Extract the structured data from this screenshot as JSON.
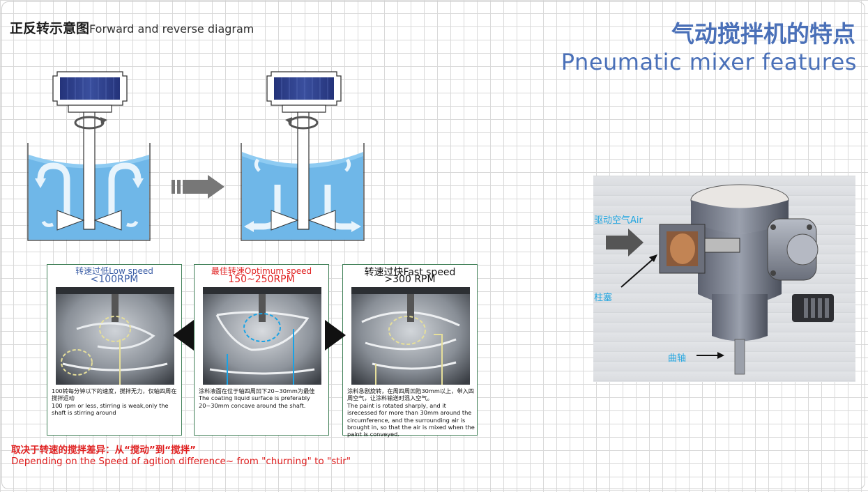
{
  "header": {
    "diagram_title_zh": "正反转示意图",
    "diagram_title_en": "Forward and reverse diagram",
    "features_title_zh": "气动搅拌机的特点",
    "features_title_en": "Pneumatic mixer features"
  },
  "speed_panels": [
    {
      "title_line1": "转速过低Low speed",
      "title_line2": "<100RPM",
      "caption_zh": "100转每分钟以下的速度，搅拌无力，仅轴四周在搅拌运动",
      "caption_en": "100 rpm or less, stirring is weak,only the shaft is stirring around"
    },
    {
      "title_line1": "最佳转速Optimum speed",
      "title_line2": "150~250RPM",
      "caption_zh": "涂料液面在位于轴四周凹下20~30mm为最佳",
      "caption_en": "The coating liquid surface is preferably 20~30mm concave around the shaft."
    },
    {
      "title_line1": "转速过快Fast speed",
      "title_line2": ">300 RPM",
      "caption_zh": "涂料急剧旋转，在周四周凹陷30mm以上，带入四周空气，让涂料输送时混入空气。",
      "caption_en": "The paint is rotated sharply, and it isrecessed for more than 30mm around the circumference, and the surrounding air is brought in, so that the air is mixed when the paint is conveyed."
    }
  ],
  "speed_difference": {
    "zh": "取决于转速的搅拌差异：从“搅动”到“搅拌”",
    "en": "Depending on the Speed of agition difference~ from \"churning\" to \"stir\""
  },
  "mixer_labels": {
    "drive_air": "驱动空气Air",
    "piston": "柱塞",
    "crankshaft": "曲轴"
  },
  "colors": {
    "accent_blue": "#4a70b8",
    "liquid_blue": "#6fb7e8",
    "label_cyan": "#23a6e0",
    "warning_red": "#e02020",
    "panel_border": "#3f7f56"
  }
}
